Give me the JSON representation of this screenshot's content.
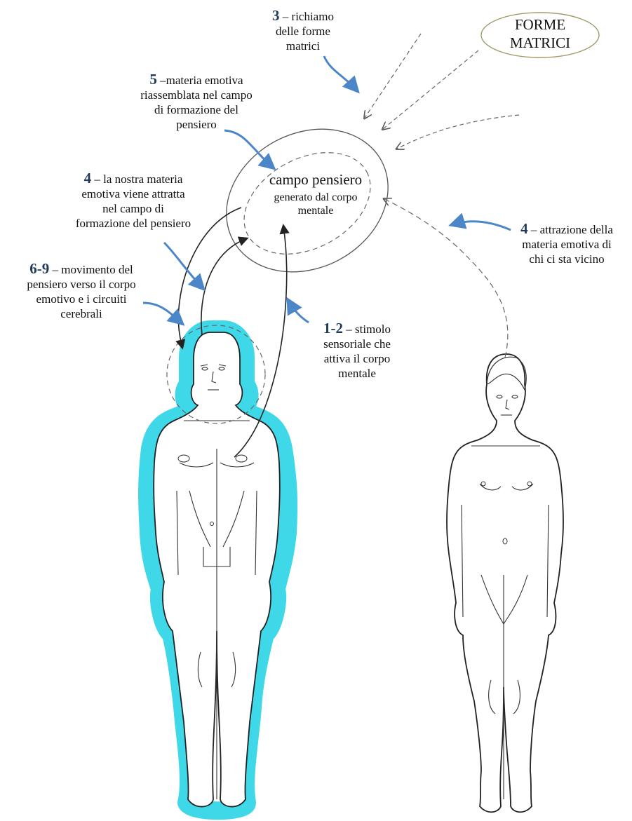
{
  "forme_matrici": {
    "line1": "FORME",
    "line2": "MATRICI"
  },
  "campo": {
    "title": "campo pensiero",
    "sub1": "generato dal corpo",
    "sub2": "mentale"
  },
  "labels": {
    "l3": {
      "num": "3",
      "l1": "– richiamo",
      "l2": "delle forme",
      "l3": "matrici"
    },
    "l5": {
      "num": "5",
      "l1": "–materia emotiva",
      "l2": "riassemblata nel campo",
      "l3": "di formazione del",
      "l4": "pensiero"
    },
    "l4a": {
      "num": "4",
      "l1": "– la nostra materia",
      "l2": "emotiva viene attratta",
      "l3": "nel campo di",
      "l4": "formazione del pensiero"
    },
    "l69": {
      "num": "6-9",
      "l1": "– movimento del",
      "l2": "pensiero verso il corpo",
      "l3": "emotivo e i circuiti",
      "l4": "cerebrali"
    },
    "l4b": {
      "num": "4",
      "l1": "– attrazione della",
      "l2": "materia emotiva di",
      "l3": "chi ci sta vicino"
    },
    "l12": {
      "num": "1-2",
      "l1": "– stimolo",
      "l2": "sensoriale che",
      "l3": "attiva il corpo",
      "l4": "mentale"
    }
  },
  "colors": {
    "aura": "#3fd8e8",
    "pointer_arrow": "#4a86c8",
    "line": "#222222",
    "dash": "#666666",
    "label_number": "#1f3a5a"
  }
}
